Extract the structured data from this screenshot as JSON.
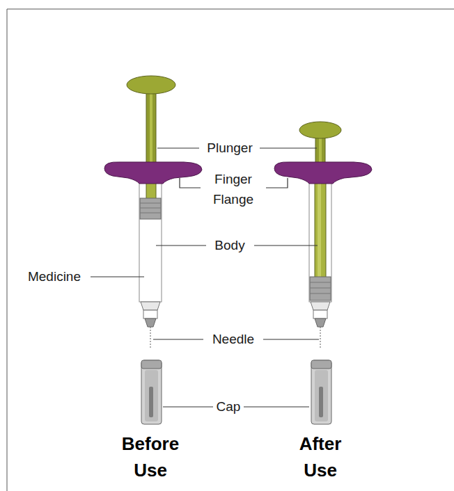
{
  "diagram": {
    "labels": [
      "Plunger",
      "Finger Flange",
      "Body",
      "Medicine",
      "Needle",
      "Cap",
      "Before Use",
      "After Use"
    ]
  }
}
